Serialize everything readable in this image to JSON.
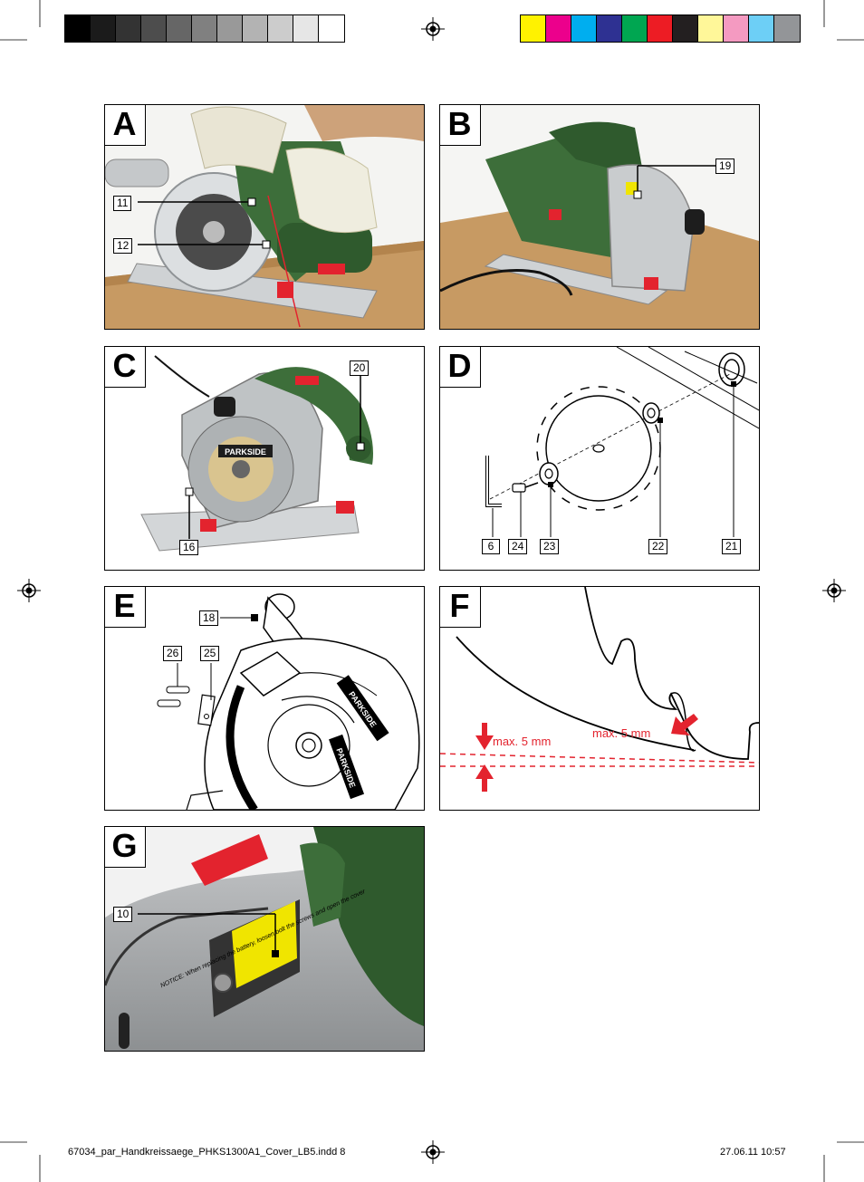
{
  "colors": {
    "gray_bar": [
      "#000000",
      "#1b1b1b",
      "#333333",
      "#4d4d4d",
      "#666666",
      "#808080",
      "#999999",
      "#b3b3b3",
      "#cccccc",
      "#e6e6e6",
      "#ffffff"
    ],
    "process_bar": [
      "#fff200",
      "#ec008c",
      "#00aeef",
      "#2e3192",
      "#00a651",
      "#ed1c24",
      "#231f20",
      "#fff799",
      "#f49ac1",
      "#6dcff6",
      "#939598"
    ],
    "tool_green": "#3d6e3a",
    "accent_red": "#e3232e",
    "label_yellow": "#f0e500"
  },
  "panels": {
    "A": {
      "letter": "A",
      "callouts": [
        "11",
        "12"
      ]
    },
    "B": {
      "letter": "B",
      "callouts": [
        "19"
      ]
    },
    "C": {
      "letter": "C",
      "callouts": [
        "20",
        "16"
      ],
      "brand": "PARKSIDE"
    },
    "D": {
      "letter": "D",
      "callouts": [
        "6",
        "24",
        "23",
        "22",
        "21"
      ]
    },
    "E": {
      "letter": "E",
      "callouts": [
        "18",
        "26",
        "25"
      ],
      "brand": "PARKSIDE"
    },
    "F": {
      "letter": "F",
      "label_left": "max. 5 mm",
      "label_right": "max. 5 mm"
    },
    "G": {
      "letter": "G",
      "callouts": [
        "10"
      ],
      "notice": "NOTICE: When replacing the battery, loosen bolt the screws and open the cover"
    }
  },
  "footer": {
    "file": "67034_par_Handkreissaege_PHKS1300A1_Cover_LB5.indd   8",
    "date": "27.06.11   10:57"
  }
}
